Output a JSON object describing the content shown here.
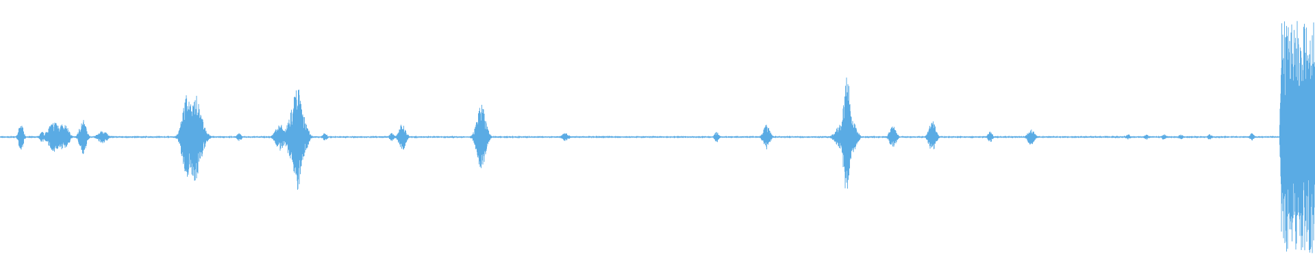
{
  "waveform": {
    "color": "#5aabe4",
    "background": "#ffffff",
    "baseline_amplitude": 0.006,
    "bursts": [
      {
        "t": 0.016,
        "amp": 0.11,
        "dur": 0.002
      },
      {
        "t": 0.032,
        "amp": 0.04,
        "dur": 0.002
      },
      {
        "t": 0.038,
        "amp": 0.06,
        "dur": 0.003
      },
      {
        "t": 0.042,
        "amp": 0.12,
        "dur": 0.006
      },
      {
        "t": 0.046,
        "amp": 0.1,
        "dur": 0.004
      },
      {
        "t": 0.05,
        "amp": 0.09,
        "dur": 0.003
      },
      {
        "t": 0.063,
        "amp": 0.13,
        "dur": 0.003
      },
      {
        "t": 0.078,
        "amp": 0.05,
        "dur": 0.004
      },
      {
        "t": 0.142,
        "amp": 0.32,
        "dur": 0.004
      },
      {
        "t": 0.148,
        "amp": 0.32,
        "dur": 0.006
      },
      {
        "t": 0.152,
        "amp": 0.18,
        "dur": 0.003
      },
      {
        "t": 0.182,
        "amp": 0.03,
        "dur": 0.002
      },
      {
        "t": 0.213,
        "amp": 0.1,
        "dur": 0.004
      },
      {
        "t": 0.222,
        "amp": 0.2,
        "dur": 0.004
      },
      {
        "t": 0.226,
        "amp": 0.4,
        "dur": 0.004
      },
      {
        "t": 0.23,
        "amp": 0.17,
        "dur": 0.004
      },
      {
        "t": 0.247,
        "amp": 0.03,
        "dur": 0.002
      },
      {
        "t": 0.298,
        "amp": 0.03,
        "dur": 0.002
      },
      {
        "t": 0.306,
        "amp": 0.1,
        "dur": 0.003
      },
      {
        "t": 0.366,
        "amp": 0.24,
        "dur": 0.004
      },
      {
        "t": 0.43,
        "amp": 0.03,
        "dur": 0.003
      },
      {
        "t": 0.545,
        "amp": 0.04,
        "dur": 0.002
      },
      {
        "t": 0.583,
        "amp": 0.09,
        "dur": 0.003
      },
      {
        "t": 0.64,
        "amp": 0.1,
        "dur": 0.005
      },
      {
        "t": 0.644,
        "amp": 0.47,
        "dur": 0.003
      },
      {
        "t": 0.648,
        "amp": 0.12,
        "dur": 0.004
      },
      {
        "t": 0.679,
        "amp": 0.08,
        "dur": 0.003
      },
      {
        "t": 0.709,
        "amp": 0.12,
        "dur": 0.003
      },
      {
        "t": 0.753,
        "amp": 0.04,
        "dur": 0.002
      },
      {
        "t": 0.784,
        "amp": 0.06,
        "dur": 0.003
      },
      {
        "t": 0.858,
        "amp": 0.02,
        "dur": 0.002
      },
      {
        "t": 0.872,
        "amp": 0.02,
        "dur": 0.002
      },
      {
        "t": 0.885,
        "amp": 0.02,
        "dur": 0.002
      },
      {
        "t": 0.898,
        "amp": 0.02,
        "dur": 0.002
      },
      {
        "t": 0.92,
        "amp": 0.02,
        "dur": 0.002
      },
      {
        "t": 0.952,
        "amp": 0.03,
        "dur": 0.002
      }
    ],
    "final_burst": {
      "t_start": 0.973,
      "t_end": 1.0,
      "amp": 0.85
    }
  }
}
